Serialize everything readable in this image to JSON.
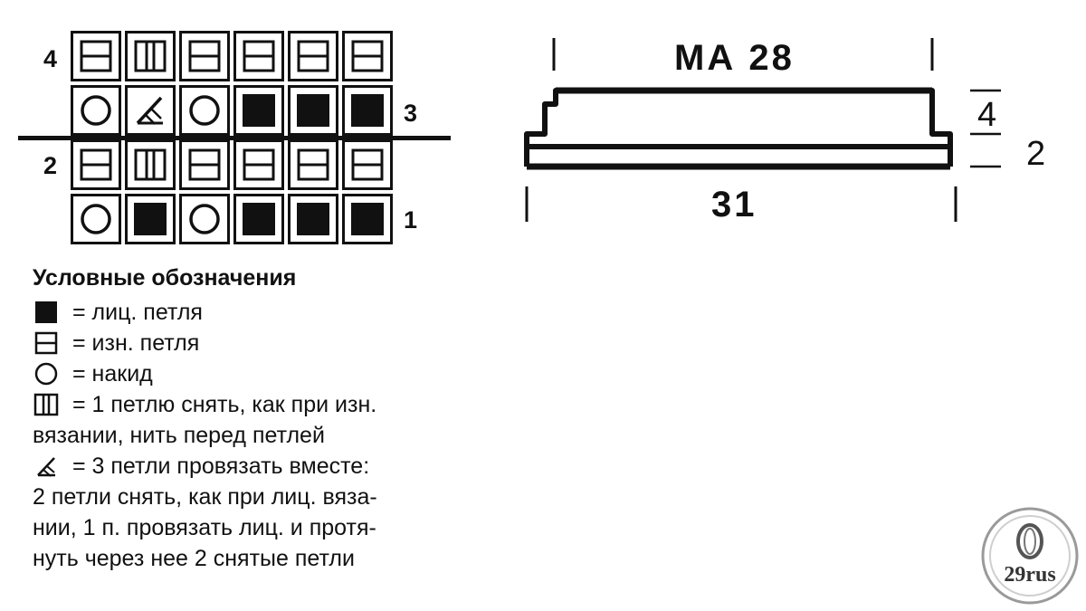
{
  "chart": {
    "row_labels": {
      "r4": "4",
      "r3": "3",
      "r2": "2",
      "r1": "1"
    },
    "rows": [
      {
        "row": "4",
        "cells": [
          "purl",
          "slip",
          "purl",
          "purl",
          "purl",
          "purl"
        ]
      },
      {
        "row": "3",
        "cells": [
          "yo",
          "k3tog",
          "yo",
          "knit",
          "knit",
          "knit"
        ]
      },
      {
        "row": "2",
        "cells": [
          "purl",
          "slip",
          "purl",
          "purl",
          "purl",
          "purl"
        ]
      },
      {
        "row": "1",
        "cells": [
          "yo",
          "knit",
          "yo",
          "knit",
          "knit",
          "knit"
        ]
      }
    ]
  },
  "legend": {
    "title": "Условные обозначения",
    "knit": "= лиц. петля",
    "purl": "= изн. петля",
    "yo": "= накид",
    "slip_1": "= 1 петлю снять, как при изн.",
    "slip_2": "вязании, нить перед петлей",
    "k3_1": "= 3 петли провязать вместе:",
    "k3_2": "2 петли снять, как при лиц. вяза-",
    "k3_3": "нии, 1 п. провязать лиц. и протя-",
    "k3_4": "нуть через нее 2 снятые петли"
  },
  "schema": {
    "top_label": "МА 28",
    "bottom_label": "31",
    "side_4": "4",
    "side_2": "2"
  },
  "watermark": {
    "text": "29rus"
  }
}
